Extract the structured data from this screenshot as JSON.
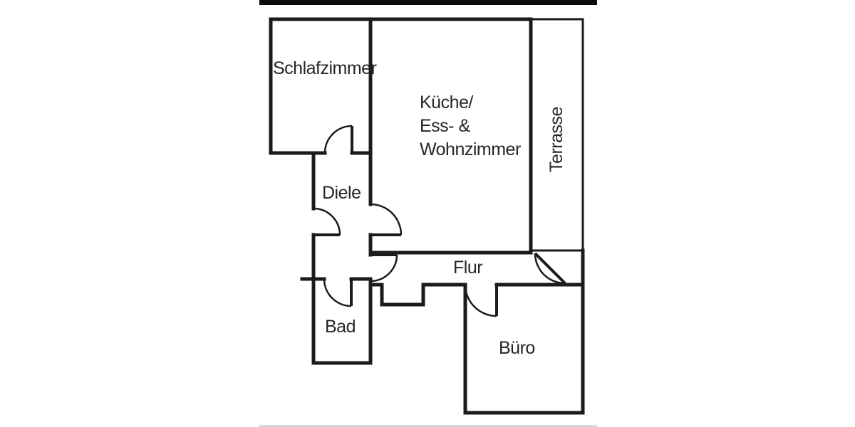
{
  "plan": {
    "background": "#ffffff",
    "wall_color": "#1b1b1b",
    "text_color": "#262626",
    "top_bar_color": "#0d0d0d",
    "bottom_bar_color": "#d6d6d6",
    "rooms": {
      "schlafzimmer": {
        "label": "Schlafzimmer"
      },
      "kueche": {
        "line1": "Küche/",
        "line2": "Ess- &",
        "line3": "Wohnzimmer"
      },
      "terrasse": {
        "label": "Terrasse"
      },
      "diele": {
        "label": "Diele"
      },
      "flur": {
        "label": "Flur"
      },
      "bad": {
        "label": "Bad"
      },
      "buero": {
        "label": "Büro"
      }
    }
  }
}
